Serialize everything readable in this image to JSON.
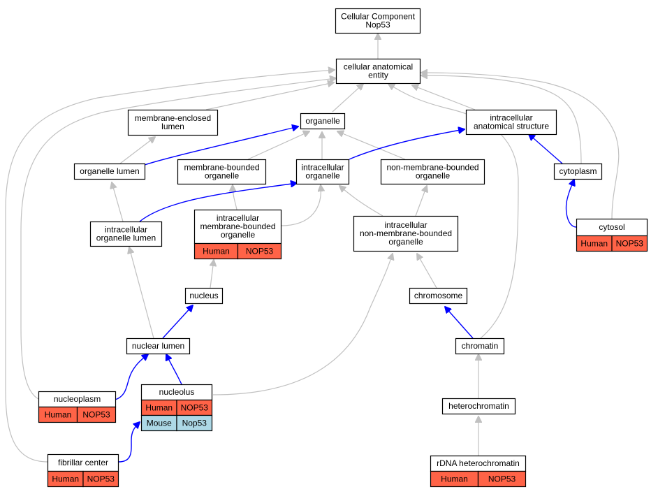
{
  "colors": {
    "human": "#ff6347",
    "mouse": "#add8e6",
    "is_a_edge": "#c0c0c0",
    "part_of_edge": "#0000ff"
  },
  "nodes": {
    "root": [
      "Cellular Component",
      "Nop53"
    ],
    "cae": [
      "cellular anatomical",
      "entity"
    ],
    "mel": [
      "membrane-enclosed",
      "lumen"
    ],
    "org": [
      "organelle"
    ],
    "ias": [
      "intracellular",
      "anatomical structure"
    ],
    "ol": [
      "organelle lumen"
    ],
    "mbo": [
      "membrane-bounded",
      "organelle"
    ],
    "io": [
      "intracellular",
      "organelle"
    ],
    "nmbo": [
      "non-membrane-bounded",
      "organelle"
    ],
    "cyt": [
      "cytoplasm"
    ],
    "iol": [
      "intracellular",
      "organelle lumen"
    ],
    "imbo": [
      "intracellular",
      "membrane-bounded",
      "organelle"
    ],
    "inmbo": [
      "intracellular",
      "non-membrane-bounded",
      "organelle"
    ],
    "cytosol": [
      "cytosol"
    ],
    "nuc": [
      "nucleus"
    ],
    "chrom": [
      "chromosome"
    ],
    "nl": [
      "nuclear lumen"
    ],
    "chromatin": [
      "chromatin"
    ],
    "np": [
      "nucleoplasm"
    ],
    "nucleolus": [
      "nucleolus"
    ],
    "het": [
      "heterochromatin"
    ],
    "fc": [
      "fibrillar center"
    ],
    "rdna": [
      "rDNA heterochromatin"
    ]
  },
  "annotations": {
    "imbo": [
      [
        "Human",
        "NOP53"
      ]
    ],
    "cytosol": [
      [
        "Human",
        "NOP53"
      ]
    ],
    "np": [
      [
        "Human",
        "NOP53"
      ]
    ],
    "nucleolus": [
      [
        "Human",
        "NOP53"
      ],
      [
        "Mouse",
        "Nop53"
      ]
    ],
    "fc": [
      [
        "Human",
        "NOP53"
      ]
    ],
    "rdna": [
      [
        "Human",
        "NOP53"
      ]
    ]
  }
}
